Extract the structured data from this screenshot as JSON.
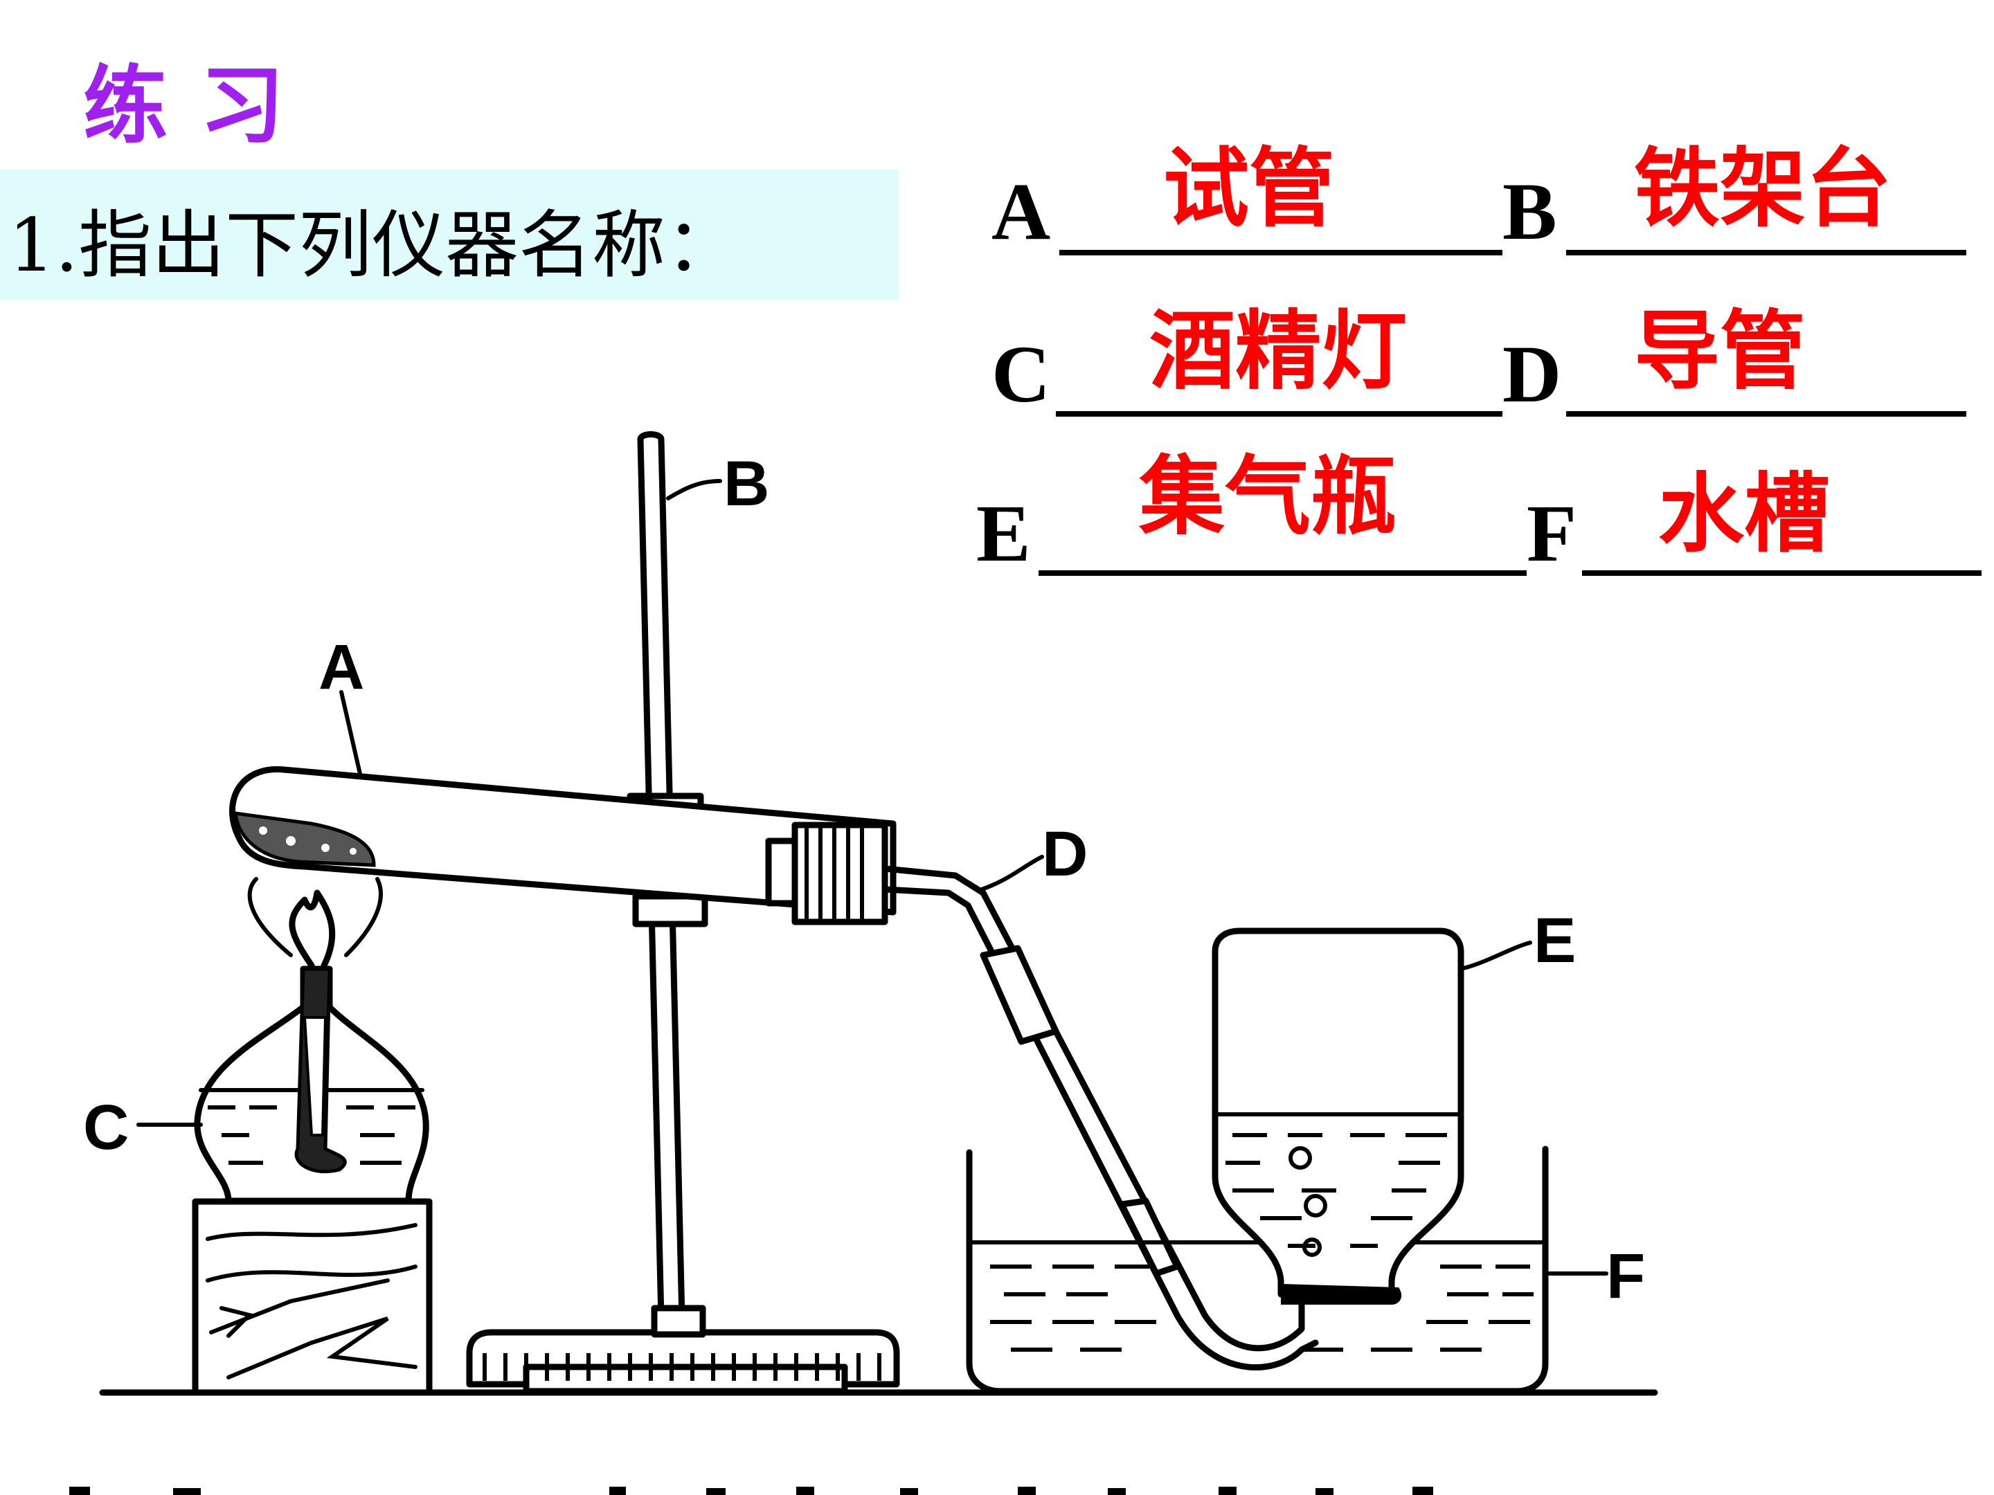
{
  "title": "练 习",
  "question": "1.指出下列仪器名称：",
  "blanks": [
    {
      "letter": "A",
      "answer": "试管"
    },
    {
      "letter": "B",
      "answer": "铁架台"
    },
    {
      "letter": "C",
      "answer": "酒精灯"
    },
    {
      "letter": "D",
      "answer": "导管"
    },
    {
      "letter": "E",
      "answer": "集气瓶"
    },
    {
      "letter": "F",
      "answer": "水槽"
    }
  ],
  "diagram_labels": {
    "a": "A",
    "b": "B",
    "c": "C",
    "d": "D",
    "e": "E",
    "f": "F"
  },
  "colors": {
    "title": "#a020f0",
    "answer": "#ff0000",
    "question_band": "#e0fbfc"
  }
}
